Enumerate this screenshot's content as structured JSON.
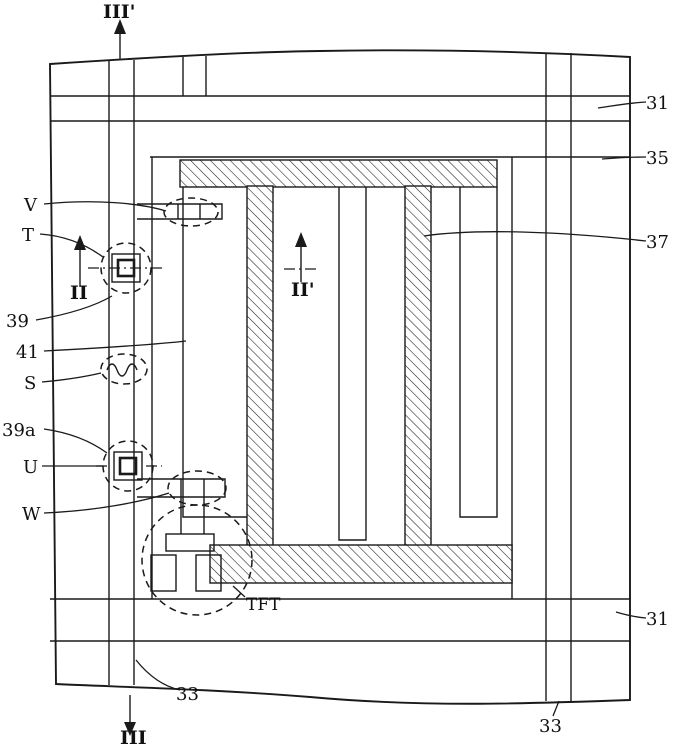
{
  "figure": {
    "description": "Patent drawing of an LCD pixel plan view with TFT, data lines, gate lines and interdigitated electrodes",
    "background": "#ffffff",
    "line_color": "#1a1a1a",
    "labels": {
      "section_top": "III'",
      "section_bottom": "III",
      "section_left": "II",
      "section_right": "II'",
      "v": "V",
      "t": "T",
      "s": "S",
      "u": "U",
      "w": "W",
      "tft": "TFT",
      "ref_31_top": "31",
      "ref_35": "35",
      "ref_37": "37",
      "ref_31_bottom": "31",
      "ref_39": "39",
      "ref_41": "41",
      "ref_39a": "39a",
      "ref_33_left": "33",
      "ref_33_right": "33"
    }
  }
}
